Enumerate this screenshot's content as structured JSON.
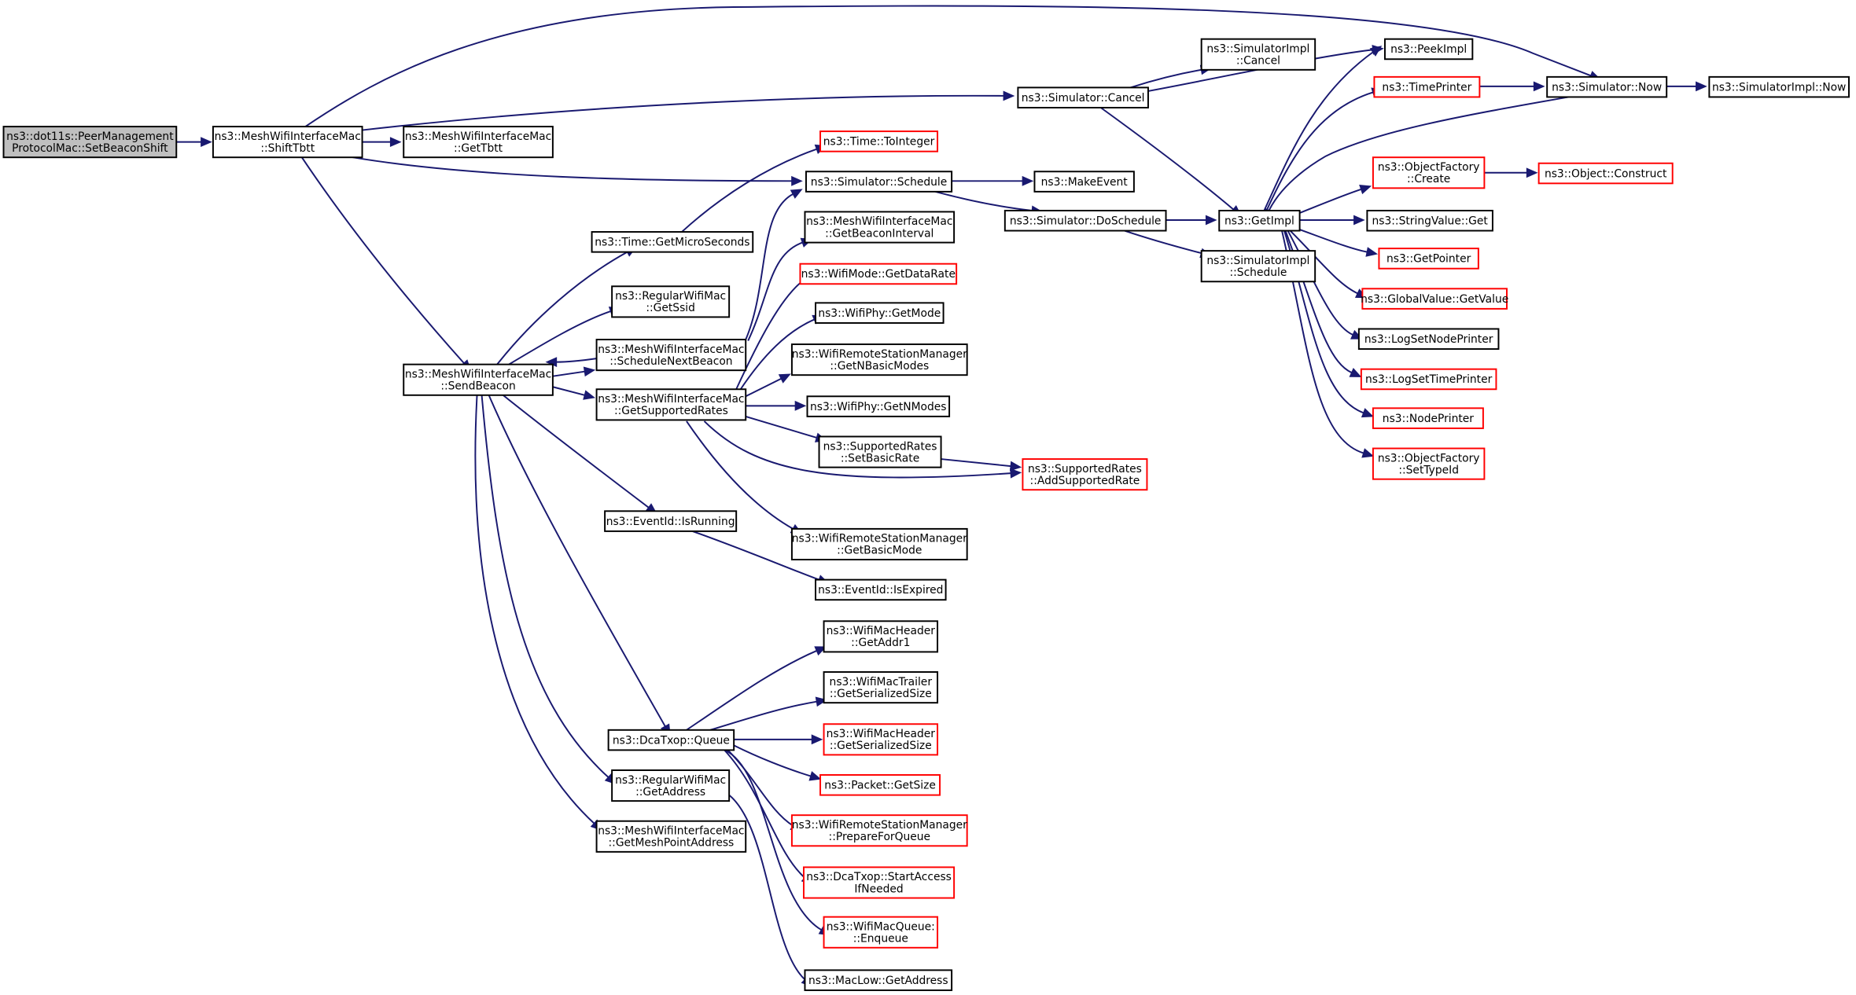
{
  "nodes": [
    {
      "id": "root",
      "lines": [
        "ns3::dot11s::PeerManagement",
        "ProtocolMac::SetBeaconShift"
      ],
      "style": "root"
    },
    {
      "id": "shiftTbtt",
      "lines": [
        "ns3::MeshWifiInterfaceMac",
        "::ShiftTbtt"
      ],
      "style": "normal"
    },
    {
      "id": "getTbtt",
      "lines": [
        "ns3::MeshWifiInterfaceMac",
        "::GetTbtt"
      ],
      "style": "normal"
    },
    {
      "id": "simCancel",
      "lines": [
        "ns3::Simulator::Cancel"
      ],
      "style": "normal"
    },
    {
      "id": "simImplCancel",
      "lines": [
        "ns3::SimulatorImpl",
        "::Cancel"
      ],
      "style": "normal"
    },
    {
      "id": "peekImpl",
      "lines": [
        "ns3::PeekImpl"
      ],
      "style": "normal"
    },
    {
      "id": "timePrinter",
      "lines": [
        "ns3::TimePrinter"
      ],
      "style": "red"
    },
    {
      "id": "simNow",
      "lines": [
        "ns3::Simulator::Now"
      ],
      "style": "normal"
    },
    {
      "id": "simImplNow",
      "lines": [
        "ns3::SimulatorImpl::Now"
      ],
      "style": "normal"
    },
    {
      "id": "timeToInteger",
      "lines": [
        "ns3::Time::ToInteger"
      ],
      "style": "red"
    },
    {
      "id": "simSchedule",
      "lines": [
        "ns3::Simulator::Schedule"
      ],
      "style": "normal"
    },
    {
      "id": "makeEvent",
      "lines": [
        "ns3::MakeEvent"
      ],
      "style": "normal"
    },
    {
      "id": "objFactCreate",
      "lines": [
        "ns3::ObjectFactory",
        "::Create"
      ],
      "style": "red"
    },
    {
      "id": "objConstruct",
      "lines": [
        "ns3::Object::Construct"
      ],
      "style": "red"
    },
    {
      "id": "getBeaconInterval",
      "lines": [
        "ns3::MeshWifiInterfaceMac",
        "::GetBeaconInterval"
      ],
      "style": "normal"
    },
    {
      "id": "simDoSchedule",
      "lines": [
        "ns3::Simulator::DoSchedule"
      ],
      "style": "normal"
    },
    {
      "id": "getImpl",
      "lines": [
        "ns3::GetImpl"
      ],
      "style": "normal"
    },
    {
      "id": "stringValueGet",
      "lines": [
        "ns3::StringValue::Get"
      ],
      "style": "normal"
    },
    {
      "id": "getMicroSeconds",
      "lines": [
        "ns3::Time::GetMicroSeconds"
      ],
      "style": "normal"
    },
    {
      "id": "simImplSchedule",
      "lines": [
        "ns3::SimulatorImpl",
        "::Schedule"
      ],
      "style": "normal"
    },
    {
      "id": "getPointer",
      "lines": [
        "ns3::GetPointer"
      ],
      "style": "red"
    },
    {
      "id": "getDataRate",
      "lines": [
        "ns3::WifiMode::GetDataRate"
      ],
      "style": "red"
    },
    {
      "id": "getSsid",
      "lines": [
        "ns3::RegularWifiMac",
        "::GetSsid"
      ],
      "style": "normal"
    },
    {
      "id": "globalGetValue",
      "lines": [
        "ns3::GlobalValue::GetValue"
      ],
      "style": "red"
    },
    {
      "id": "phyGetMode",
      "lines": [
        "ns3::WifiPhy::GetMode"
      ],
      "style": "normal"
    },
    {
      "id": "logSetNodePrinter",
      "lines": [
        "ns3::LogSetNodePrinter"
      ],
      "style": "normal"
    },
    {
      "id": "scheduleNextBeacon",
      "lines": [
        "ns3::MeshWifiInterfaceMac",
        "::ScheduleNextBeacon"
      ],
      "style": "normal"
    },
    {
      "id": "getNBasicModes",
      "lines": [
        "ns3::WifiRemoteStationManager",
        "::GetNBasicModes"
      ],
      "style": "normal"
    },
    {
      "id": "sendBeacon",
      "lines": [
        "ns3::MeshWifiInterfaceMac",
        "::SendBeacon"
      ],
      "style": "normal"
    },
    {
      "id": "logSetTimePrinter",
      "lines": [
        "ns3::LogSetTimePrinter"
      ],
      "style": "red"
    },
    {
      "id": "getSupportedRates",
      "lines": [
        "ns3::MeshWifiInterfaceMac",
        "::GetSupportedRates"
      ],
      "style": "normal"
    },
    {
      "id": "phyGetNModes",
      "lines": [
        "ns3::WifiPhy::GetNModes"
      ],
      "style": "normal"
    },
    {
      "id": "nodePrinter",
      "lines": [
        "ns3::NodePrinter"
      ],
      "style": "red"
    },
    {
      "id": "setBasicRate",
      "lines": [
        "ns3::SupportedRates",
        "::SetBasicRate"
      ],
      "style": "normal"
    },
    {
      "id": "objFactSetTypeId",
      "lines": [
        "ns3::ObjectFactory",
        "::SetTypeId"
      ],
      "style": "red"
    },
    {
      "id": "addSupportedRate",
      "lines": [
        "ns3::SupportedRates",
        "::AddSupportedRate"
      ],
      "style": "red"
    },
    {
      "id": "eventIsRunning",
      "lines": [
        "ns3::EventId::IsRunning"
      ],
      "style": "normal"
    },
    {
      "id": "getBasicMode",
      "lines": [
        "ns3::WifiRemoteStationManager",
        "::GetBasicMode"
      ],
      "style": "normal"
    },
    {
      "id": "eventIsExpired",
      "lines": [
        "ns3::EventId::IsExpired"
      ],
      "style": "normal"
    },
    {
      "id": "hdrGetAddr1",
      "lines": [
        "ns3::WifiMacHeader",
        "::GetAddr1"
      ],
      "style": "normal"
    },
    {
      "id": "trailerGetSerializedSize",
      "lines": [
        "ns3::WifiMacTrailer",
        "::GetSerializedSize"
      ],
      "style": "normal"
    },
    {
      "id": "dcaQueue",
      "lines": [
        "ns3::DcaTxop::Queue"
      ],
      "style": "normal"
    },
    {
      "id": "hdrGetSerializedSize",
      "lines": [
        "ns3::WifiMacHeader",
        "::GetSerializedSize"
      ],
      "style": "red"
    },
    {
      "id": "regGetAddress",
      "lines": [
        "ns3::RegularWifiMac",
        "::GetAddress"
      ],
      "style": "normal"
    },
    {
      "id": "packetGetSize",
      "lines": [
        "ns3::Packet::GetSize"
      ],
      "style": "red"
    },
    {
      "id": "getMeshPointAddress",
      "lines": [
        "ns3::MeshWifiInterfaceMac",
        "::GetMeshPointAddress"
      ],
      "style": "normal"
    },
    {
      "id": "prepareForQueue",
      "lines": [
        "ns3::WifiRemoteStationManager",
        "::PrepareForQueue"
      ],
      "style": "red"
    },
    {
      "id": "startAccessIfNeeded",
      "lines": [
        "ns3::DcaTxop::StartAccess",
        "IfNeeded"
      ],
      "style": "red"
    },
    {
      "id": "macQueueEnqueue",
      "lines": [
        "ns3::WifiMacQueue:",
        "::Enqueue"
      ],
      "style": "red"
    },
    {
      "id": "macLowGetAddress",
      "lines": [
        "ns3::MacLow::GetAddress"
      ],
      "style": "normal"
    }
  ],
  "edges": [
    [
      "root",
      "shiftTbtt"
    ],
    [
      "shiftTbtt",
      "simNow"
    ],
    [
      "shiftTbtt",
      "simCancel"
    ],
    [
      "shiftTbtt",
      "getTbtt"
    ],
    [
      "shiftTbtt",
      "simSchedule"
    ],
    [
      "shiftTbtt",
      "sendBeacon"
    ],
    [
      "simCancel",
      "simImplCancel"
    ],
    [
      "simCancel",
      "peekImpl"
    ],
    [
      "simCancel",
      "getImpl"
    ],
    [
      "simNow",
      "simImplNow"
    ],
    [
      "simNow",
      "getImpl"
    ],
    [
      "timePrinter",
      "simNow"
    ],
    [
      "getImpl",
      "peekImpl"
    ],
    [
      "getImpl",
      "timePrinter"
    ],
    [
      "getImpl",
      "objFactCreate"
    ],
    [
      "getImpl",
      "stringValueGet"
    ],
    [
      "getImpl",
      "getPointer"
    ],
    [
      "getImpl",
      "globalGetValue"
    ],
    [
      "getImpl",
      "logSetNodePrinter"
    ],
    [
      "getImpl",
      "logSetTimePrinter"
    ],
    [
      "getImpl",
      "nodePrinter"
    ],
    [
      "getImpl",
      "objFactSetTypeId"
    ],
    [
      "objFactCreate",
      "objConstruct"
    ],
    [
      "simSchedule",
      "makeEvent"
    ],
    [
      "simSchedule",
      "simDoSchedule"
    ],
    [
      "simDoSchedule",
      "getImpl"
    ],
    [
      "simDoSchedule",
      "simImplSchedule"
    ],
    [
      "getMicroSeconds",
      "timeToInteger"
    ],
    [
      "sendBeacon",
      "getMicroSeconds"
    ],
    [
      "sendBeacon",
      "getSsid"
    ],
    [
      "sendBeacon",
      "scheduleNextBeacon"
    ],
    [
      "sendBeacon",
      "getSupportedRates"
    ],
    [
      "sendBeacon",
      "eventIsRunning"
    ],
    [
      "sendBeacon",
      "dcaQueue"
    ],
    [
      "sendBeacon",
      "regGetAddress"
    ],
    [
      "sendBeacon",
      "getMeshPointAddress"
    ],
    [
      "scheduleNextBeacon",
      "sendBeacon"
    ],
    [
      "scheduleNextBeacon",
      "simSchedule"
    ],
    [
      "scheduleNextBeacon",
      "getBeaconInterval"
    ],
    [
      "getSupportedRates",
      "getDataRate"
    ],
    [
      "getSupportedRates",
      "phyGetMode"
    ],
    [
      "getSupportedRates",
      "getNBasicModes"
    ],
    [
      "getSupportedRates",
      "phyGetNModes"
    ],
    [
      "getSupportedRates",
      "setBasicRate"
    ],
    [
      "getSupportedRates",
      "addSupportedRate"
    ],
    [
      "getSupportedRates",
      "getBasicMode"
    ],
    [
      "setBasicRate",
      "addSupportedRate"
    ],
    [
      "eventIsRunning",
      "eventIsExpired"
    ],
    [
      "dcaQueue",
      "hdrGetAddr1"
    ],
    [
      "dcaQueue",
      "trailerGetSerializedSize"
    ],
    [
      "dcaQueue",
      "hdrGetSerializedSize"
    ],
    [
      "dcaQueue",
      "packetGetSize"
    ],
    [
      "dcaQueue",
      "prepareForQueue"
    ],
    [
      "dcaQueue",
      "startAccessIfNeeded"
    ],
    [
      "dcaQueue",
      "macQueueEnqueue"
    ],
    [
      "regGetAddress",
      "macLowGetAddress"
    ]
  ]
}
